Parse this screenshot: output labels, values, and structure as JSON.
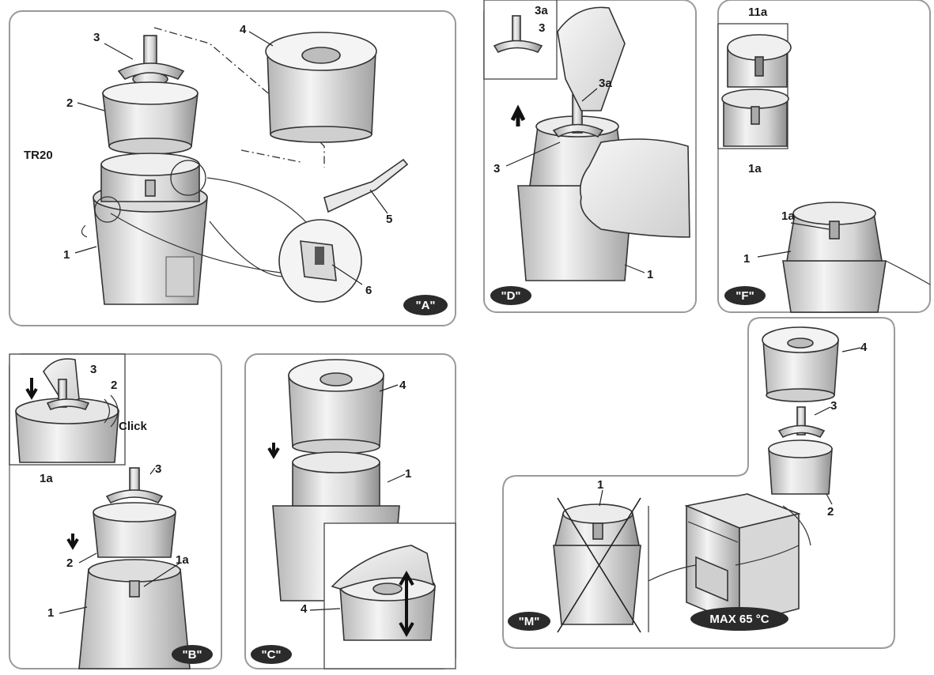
{
  "colors": {
    "line": "#333333",
    "panel_border": "#9a9a9a",
    "badge": "#2b2b2b",
    "metal_light": "#eeeeee",
    "metal_mid": "#c9c9c9",
    "metal_dark": "#9c9c9c"
  },
  "panels": {
    "A": {
      "badge": "\"A\"",
      "model": "TR20",
      "labels": [
        "3",
        "2",
        "1",
        "4",
        "5",
        "6"
      ]
    },
    "B": {
      "badge": "\"B\"",
      "click_text": "Click",
      "labels": [
        "3",
        "2",
        "1a",
        "3",
        "2",
        "1a",
        "1"
      ]
    },
    "C": {
      "badge": "\"C\"",
      "labels": [
        "4",
        "1",
        "4"
      ]
    },
    "D": {
      "badge": "\"D\"",
      "labels": [
        "3a",
        "3",
        "3a",
        "3",
        "1"
      ]
    },
    "F": {
      "badge": "\"F\"",
      "labels": [
        "11a",
        "1a",
        "1a",
        "1"
      ]
    },
    "M": {
      "badge": "\"M\"",
      "max_temp": "MAX 65 °C",
      "labels": [
        "1",
        "4",
        "3",
        "2"
      ]
    }
  }
}
